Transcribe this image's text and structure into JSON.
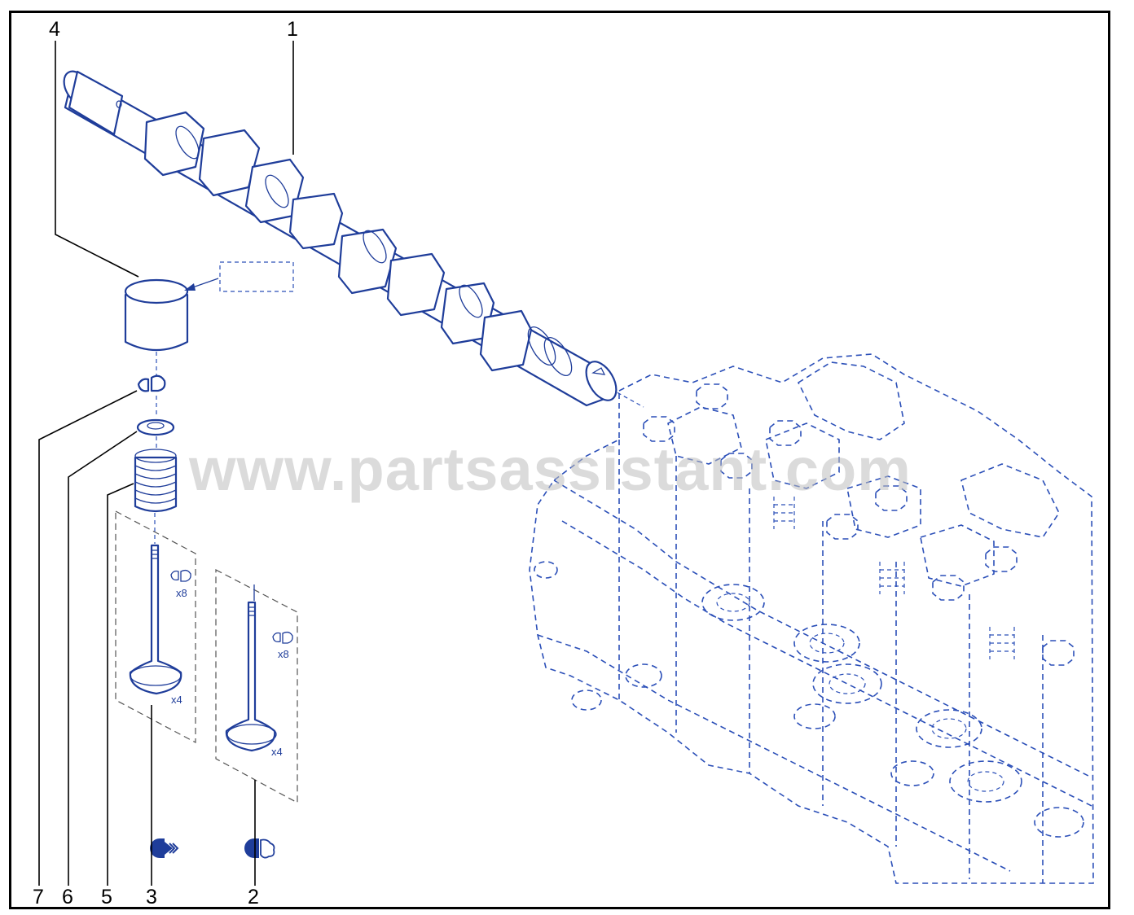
{
  "watermark": "www.partsassistant.com",
  "callouts": [
    {
      "id": "1",
      "label": "1"
    },
    {
      "id": "2",
      "label": "2"
    },
    {
      "id": "3",
      "label": "3"
    },
    {
      "id": "4",
      "label": "4"
    },
    {
      "id": "5",
      "label": "5"
    },
    {
      "id": "6",
      "label": "6"
    },
    {
      "id": "7",
      "label": "7"
    }
  ],
  "quantities": {
    "intake_keys": "x8",
    "intake_valves": "x4",
    "exhaust_keys": "x8",
    "exhaust_valves": "x4"
  },
  "icons": {
    "valve_type_3": "exhaust-valve-icon",
    "valve_type_2": "intake-valve-icon"
  },
  "colors": {
    "line_art": "#1f3d9a",
    "frame": "#000000",
    "watermark": "#bdbdbd"
  }
}
